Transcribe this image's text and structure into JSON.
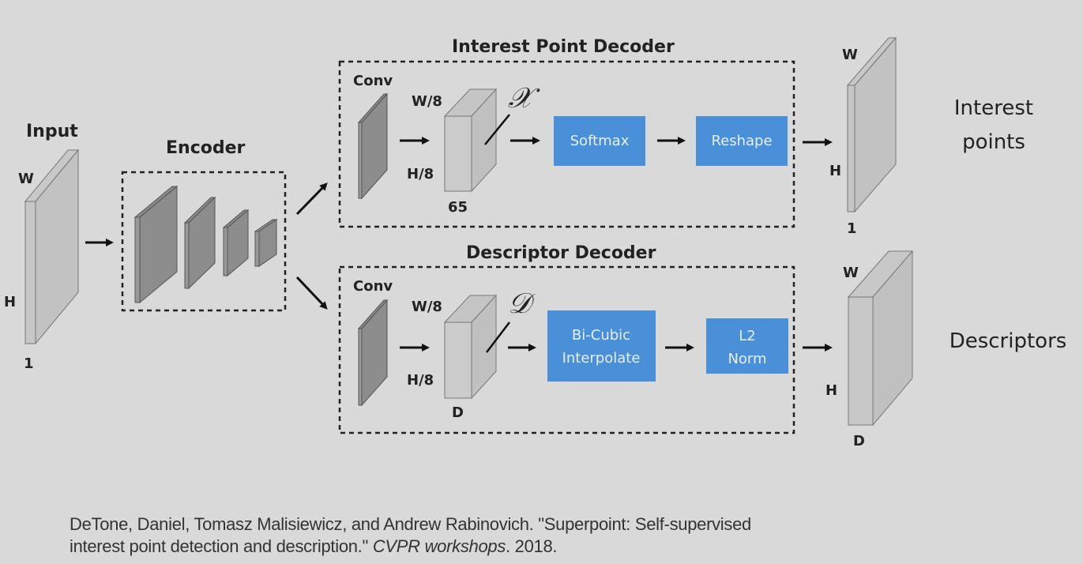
{
  "input": {
    "title": "Input",
    "w_label": "W",
    "h_label": "H",
    "c_label": "1"
  },
  "encoder": {
    "title": "Encoder"
  },
  "interest_point_decoder": {
    "title": "Interest Point Decoder",
    "conv_label": "Conv",
    "w_label": "W/8",
    "h_label": "H/8",
    "c_label": "65",
    "symbol": "𝒳",
    "blocks": [
      "Softmax",
      "Reshape"
    ],
    "output": {
      "w_label": "W",
      "h_label": "H",
      "c_label": "1",
      "name_line1": "Interest",
      "name_line2": "points"
    }
  },
  "descriptor_decoder": {
    "title": "Descriptor Decoder",
    "conv_label": "Conv",
    "w_label": "W/8",
    "h_label": "H/8",
    "c_label": "D",
    "symbol": "𝒟",
    "blocks": [
      {
        "line1": "Bi-Cubic",
        "line2": "Interpolate"
      },
      {
        "line1": "L2",
        "line2": "Norm"
      }
    ],
    "output": {
      "w_label": "W",
      "h_label": "H",
      "c_label": "D",
      "name": "Descriptors"
    }
  },
  "colors": {
    "background": "#d9d9d9",
    "block": "#4a90d9",
    "block_text": "#e8eef8"
  },
  "citation": {
    "part1": "DeTone, Daniel, Tomasz Malisiewicz, and Andrew Rabinovich. \"Superpoint: Self-supervised",
    "part2": "interest point detection and description.\" ",
    "venue": "CVPR workshops",
    "year": ". 2018."
  }
}
